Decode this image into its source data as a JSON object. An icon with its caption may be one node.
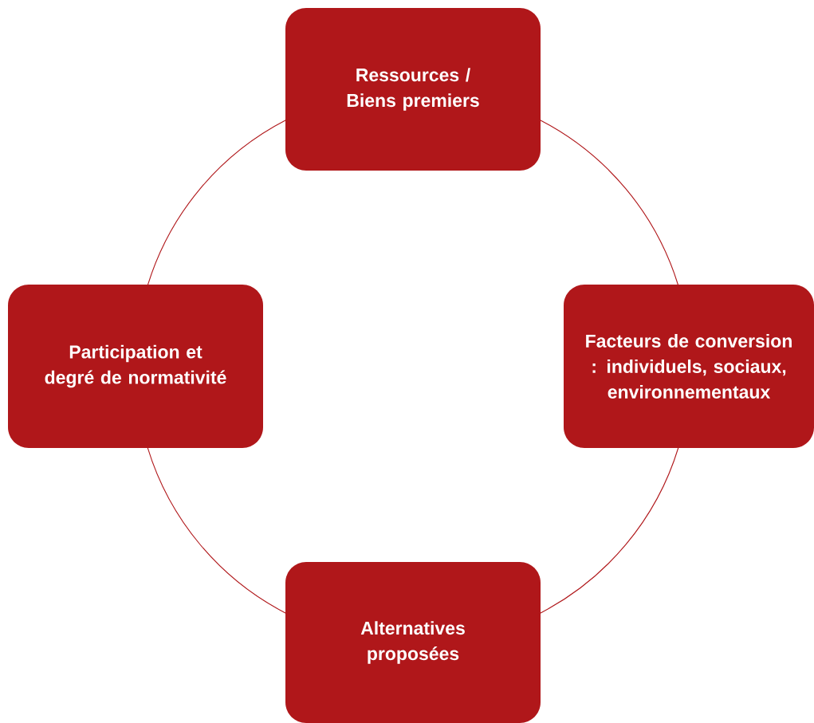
{
  "diagram": {
    "nodes": [
      {
        "text": [
          "Ressources / Biens premiers"
        ]
      },
      {
        "text": [
          "Participation et degré de normativité"
        ]
      },
      {
        "text": [
          "Facteurs de conversion : individuels, sociaux, environnementaux"
        ]
      },
      {
        "text": [
          "Alternatives proposées"
        ]
      }
    ],
    "edges": [
      {
        "from": 0,
        "to": 2,
        "arrow": "none"
      },
      {
        "from": 2,
        "to": 3,
        "arrow": "none"
      },
      {
        "from": 3,
        "to": 1,
        "arrow": "none"
      },
      {
        "from": 1,
        "to": 0,
        "arrow": "none"
      }
    ]
  }
}
